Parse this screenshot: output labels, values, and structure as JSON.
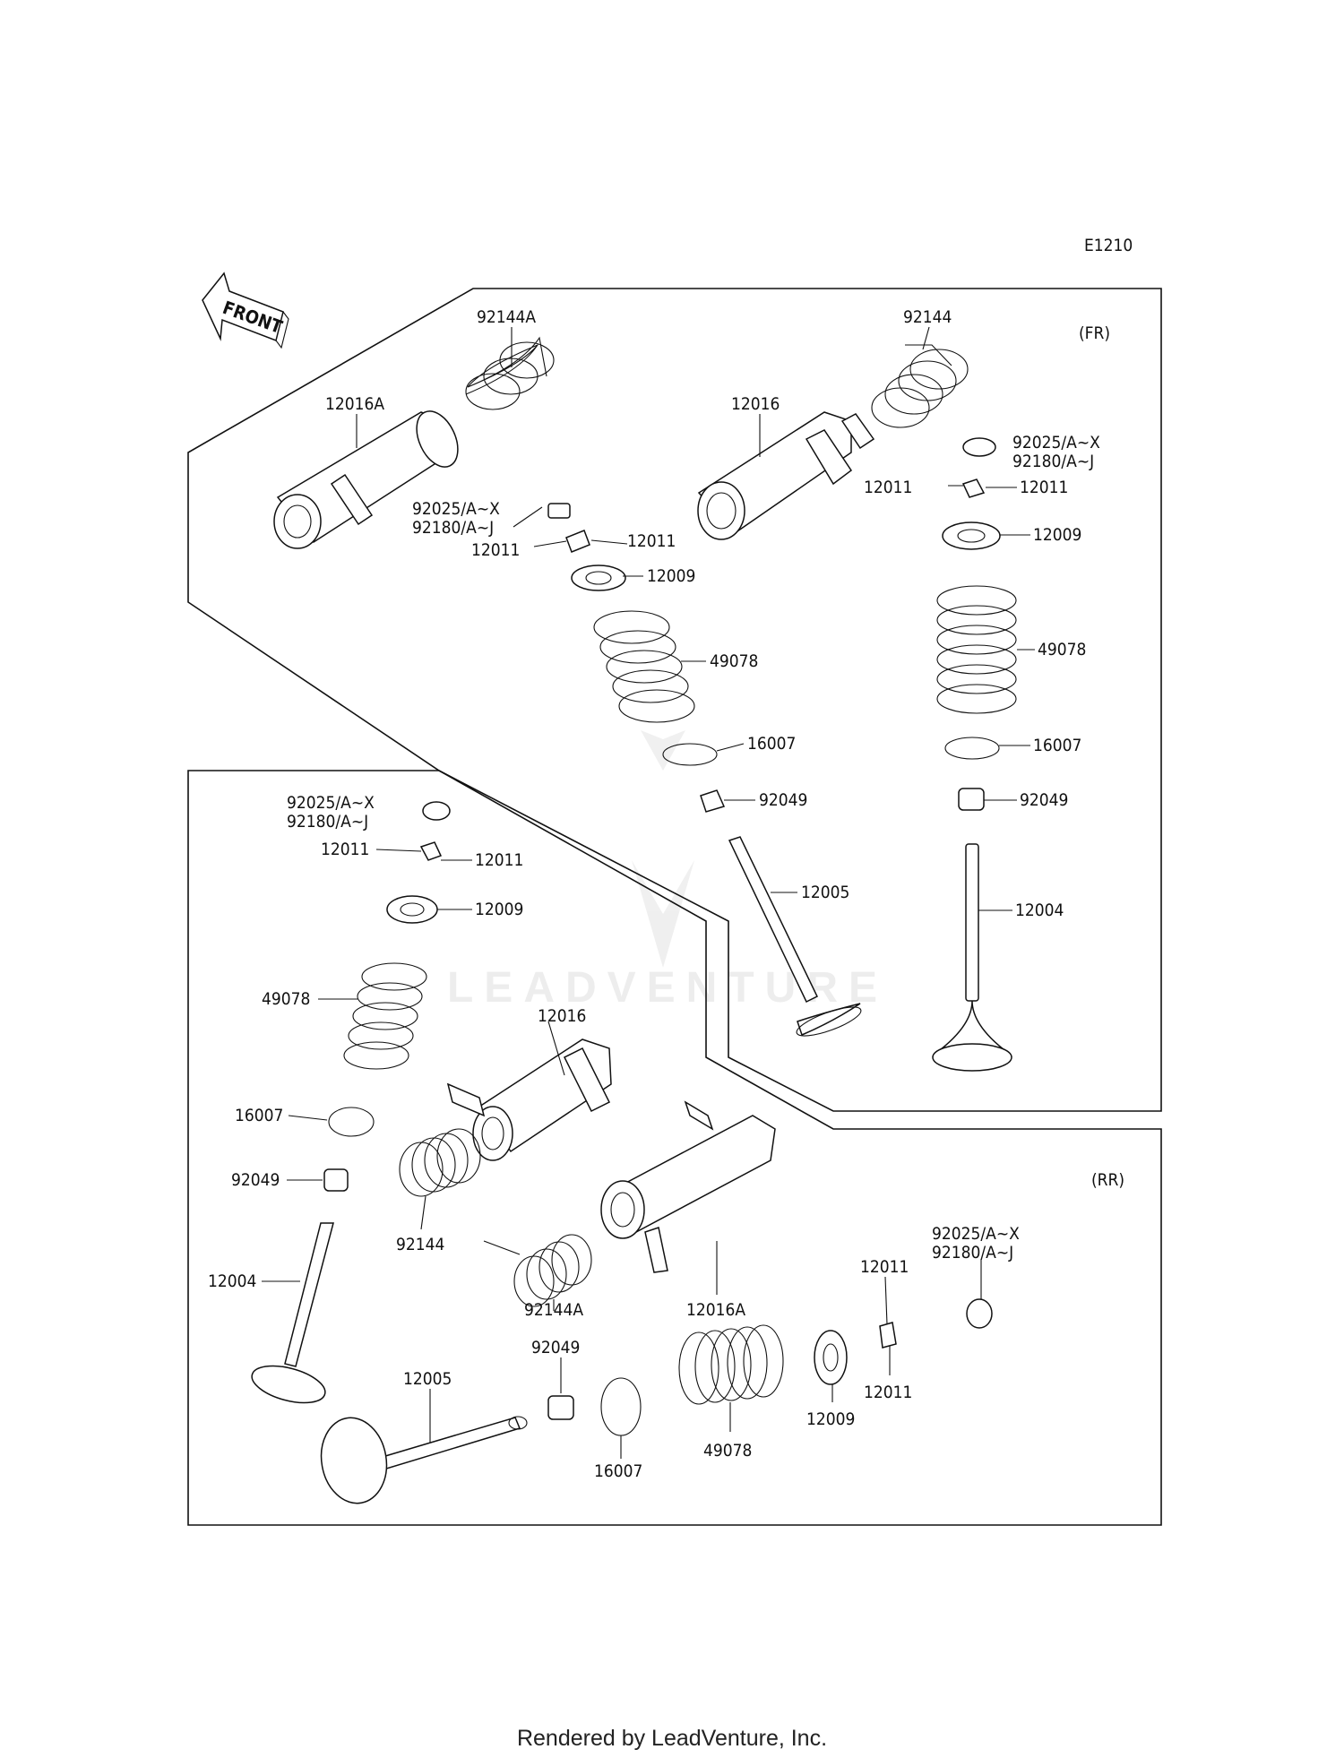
{
  "diagram": {
    "code": "E1210",
    "front_arrow_label": "FRONT",
    "watermark": "LEADVENTURE",
    "footer": "Rendered by LeadVenture, Inc.",
    "sections": [
      {
        "id": "fr",
        "label": "(FR)"
      },
      {
        "id": "rr",
        "label": "(RR)"
      }
    ],
    "parts": [
      {
        "number": "92144A"
      },
      {
        "number": "12016A"
      },
      {
        "number": "92025/A~X"
      },
      {
        "number": "92180/A~J"
      },
      {
        "number": "12011"
      },
      {
        "number": "12009"
      },
      {
        "number": "49078"
      },
      {
        "number": "16007"
      },
      {
        "number": "92049"
      },
      {
        "number": "12005"
      },
      {
        "number": "12016"
      },
      {
        "number": "92144"
      },
      {
        "number": "12004"
      }
    ]
  }
}
